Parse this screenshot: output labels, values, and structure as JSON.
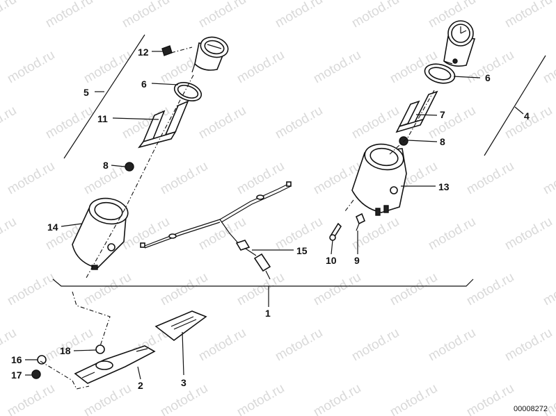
{
  "watermark": {
    "text": "motod.ru"
  },
  "document_number": "00008272",
  "callouts": [
    {
      "id": "1",
      "text": "1"
    },
    {
      "id": "2",
      "text": "2"
    },
    {
      "id": "3",
      "text": "3"
    },
    {
      "id": "4",
      "text": "4"
    },
    {
      "id": "5",
      "text": "5"
    },
    {
      "id": "6a",
      "text": "6"
    },
    {
      "id": "6b",
      "text": "6"
    },
    {
      "id": "7",
      "text": "7"
    },
    {
      "id": "8a",
      "text": "8"
    },
    {
      "id": "8b",
      "text": "8"
    },
    {
      "id": "9",
      "text": "9"
    },
    {
      "id": "10",
      "text": "10"
    },
    {
      "id": "11",
      "text": "11"
    },
    {
      "id": "12",
      "text": "12"
    },
    {
      "id": "13",
      "text": "13"
    },
    {
      "id": "14",
      "text": "14"
    },
    {
      "id": "15",
      "text": "15"
    },
    {
      "id": "16",
      "text": "16"
    },
    {
      "id": "17",
      "text": "17"
    },
    {
      "id": "18",
      "text": "18"
    }
  ]
}
